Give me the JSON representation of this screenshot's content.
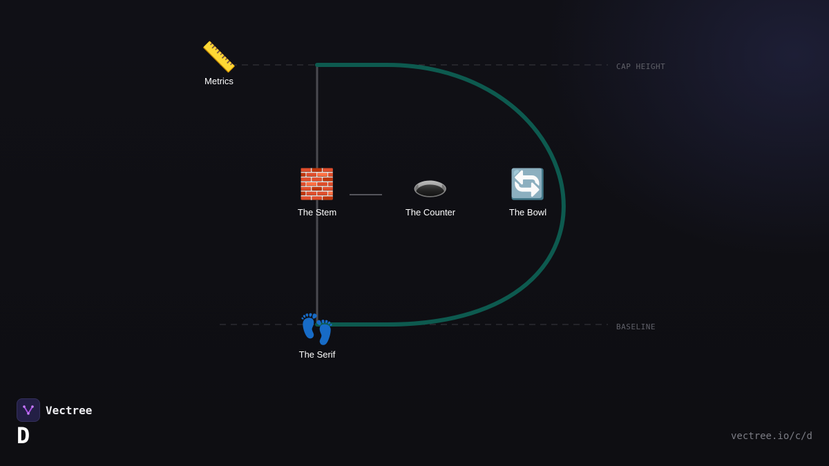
{
  "guides": {
    "cap_height": "CAP HEIGHT",
    "baseline": "BASELINE"
  },
  "nodes": {
    "metrics": {
      "emoji": "📏",
      "label": "Metrics",
      "icon": "ruler-icon"
    },
    "stem": {
      "emoji": "🧱",
      "label": "The Stem",
      "icon": "brick-icon"
    },
    "counter": {
      "emoji": "🕳️",
      "label": "The Counter",
      "icon": "hole-icon"
    },
    "bowl": {
      "emoji": "🔄",
      "label": "The Bowl",
      "icon": "cycle-arrows-icon"
    },
    "serif": {
      "emoji": "👣",
      "label": "The Serif",
      "icon": "footprints-icon"
    }
  },
  "brand": {
    "name": "Vectree",
    "letter": "D"
  },
  "footer": {
    "url": "vectree.io/c/d"
  },
  "colors": {
    "bowl_stroke": "#0d5a4f",
    "stem_stroke": "#4a4a50",
    "guide_line": "#3a3a40",
    "brand_accent": "#a64ee0"
  }
}
